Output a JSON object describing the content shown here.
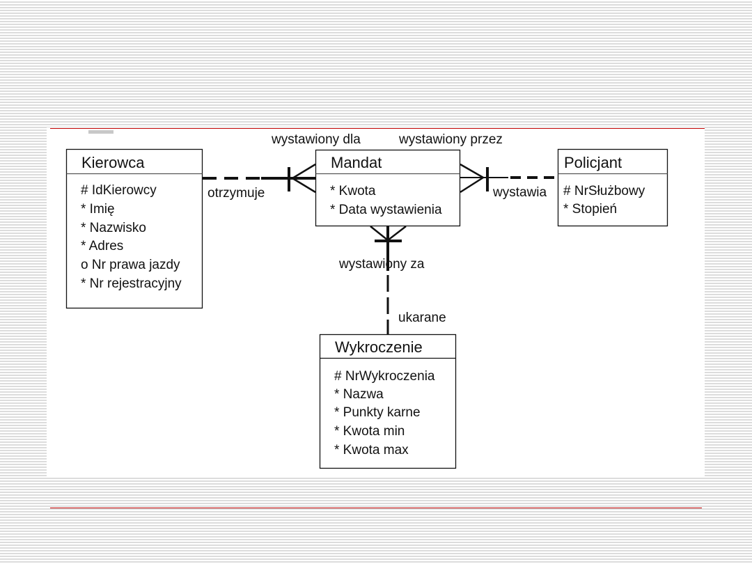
{
  "slide": {
    "accent_color": "#c00000",
    "tiny_caption": ""
  },
  "diagram": {
    "entities": {
      "kierowca": {
        "title": "Kierowca",
        "attributes": [
          "# IdKierowcy",
          "* Imię",
          "* Nazwisko",
          "* Adres",
          "o Nr prawa jazdy",
          "* Nr rejestracyjny"
        ]
      },
      "mandat": {
        "title": "Mandat",
        "attributes": [
          "* Kwota",
          "* Data wystawienia"
        ]
      },
      "policjant": {
        "title": "Policjant",
        "attributes": [
          "# NrSłużbowy",
          "* Stopień"
        ]
      },
      "wykroczenie": {
        "title": "Wykroczenie",
        "attributes": [
          "# NrWykroczenia",
          "* Nazwa",
          "* Punkty karne",
          "* Kwota min",
          "* Kwota max"
        ]
      }
    },
    "relationships": {
      "kierowca_mandat": {
        "label_near_kierowca": "otrzymuje",
        "label_near_mandat": "wystawiony dla"
      },
      "mandat_policjant": {
        "label_near_mandat": "wystawiony przez",
        "label_near_policjant": "wystawia"
      },
      "mandat_wykroczenie": {
        "label_near_mandat": "wystawiony za",
        "label_near_wykroczenie": "ukarane"
      }
    }
  }
}
